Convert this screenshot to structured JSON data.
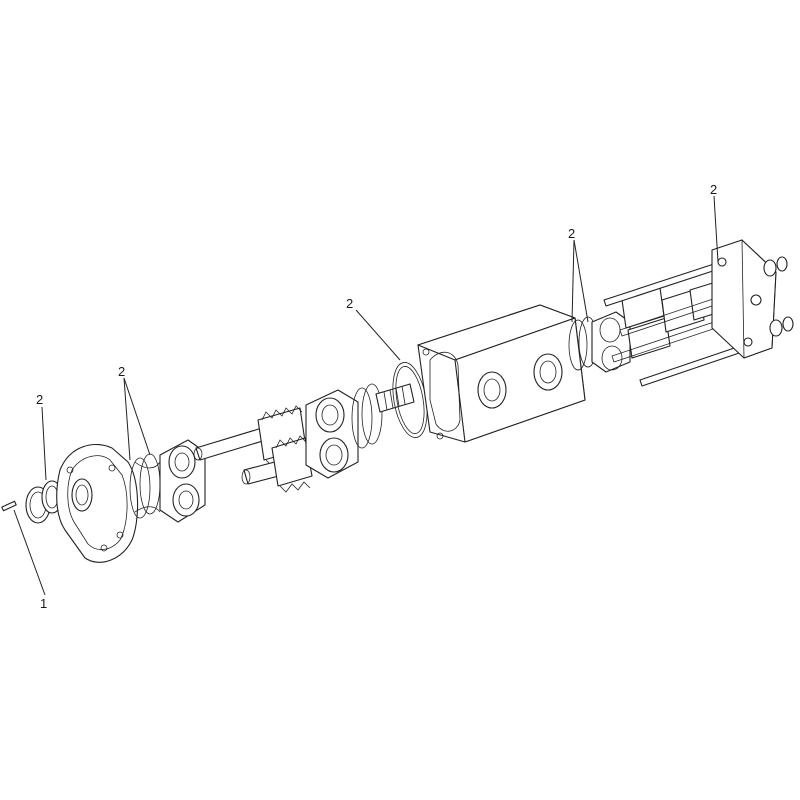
{
  "callouts": [
    {
      "id": "c1",
      "text": "1"
    },
    {
      "id": "c2a",
      "text": "2"
    },
    {
      "id": "c2b",
      "text": "2"
    },
    {
      "id": "c2c",
      "text": "2"
    },
    {
      "id": "c2d",
      "text": "2"
    },
    {
      "id": "c2e",
      "text": "2"
    }
  ],
  "colors": {
    "line": "#222222",
    "background": "#ffffff"
  }
}
